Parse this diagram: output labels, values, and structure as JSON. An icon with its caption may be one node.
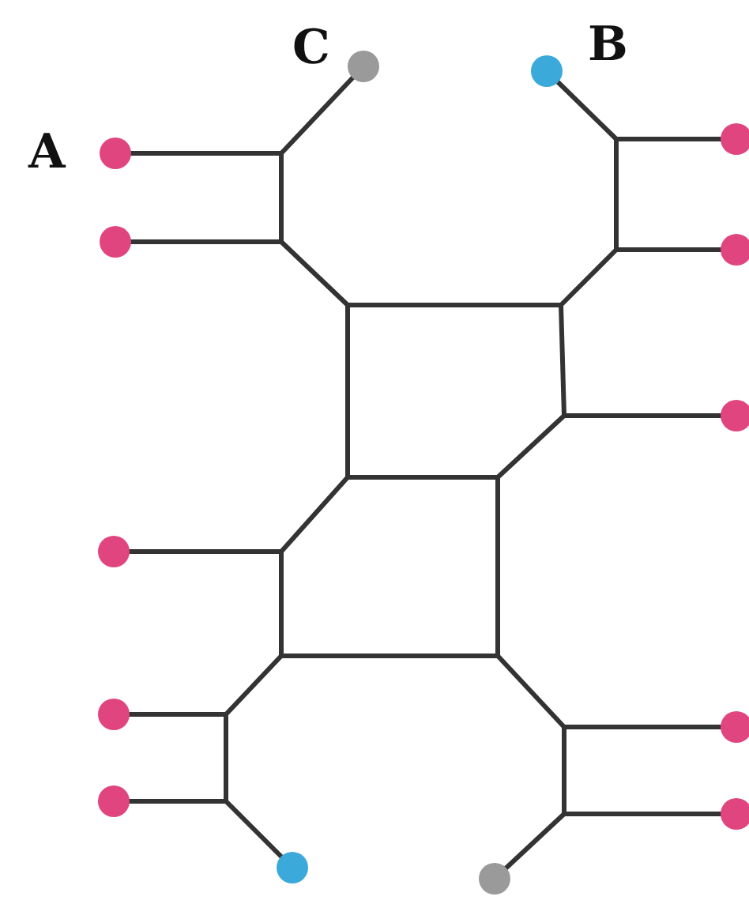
{
  "diagram": {
    "nodes": [
      {
        "text": [],
        "shape": "circle",
        "beside": [
          "C"
        ]
      },
      {
        "text": [],
        "shape": "circle",
        "beside": [
          "B"
        ]
      },
      {
        "text": [],
        "shape": "circle",
        "beside": [
          "A"
        ]
      },
      {
        "text": [],
        "shape": "circle"
      },
      {
        "text": [],
        "shape": "circle"
      },
      {
        "text": [],
        "shape": "circle"
      },
      {
        "text": [],
        "shape": "circle"
      },
      {
        "text": [],
        "shape": "circle"
      },
      {
        "text": [],
        "shape": "circle"
      },
      {
        "text": [],
        "shape": "circle"
      },
      {
        "text": [],
        "shape": "circle"
      },
      {
        "text": [],
        "shape": "circle"
      },
      {
        "text": [],
        "shape": "circle"
      },
      {
        "text": [],
        "shape": "circle"
      }
    ]
  }
}
